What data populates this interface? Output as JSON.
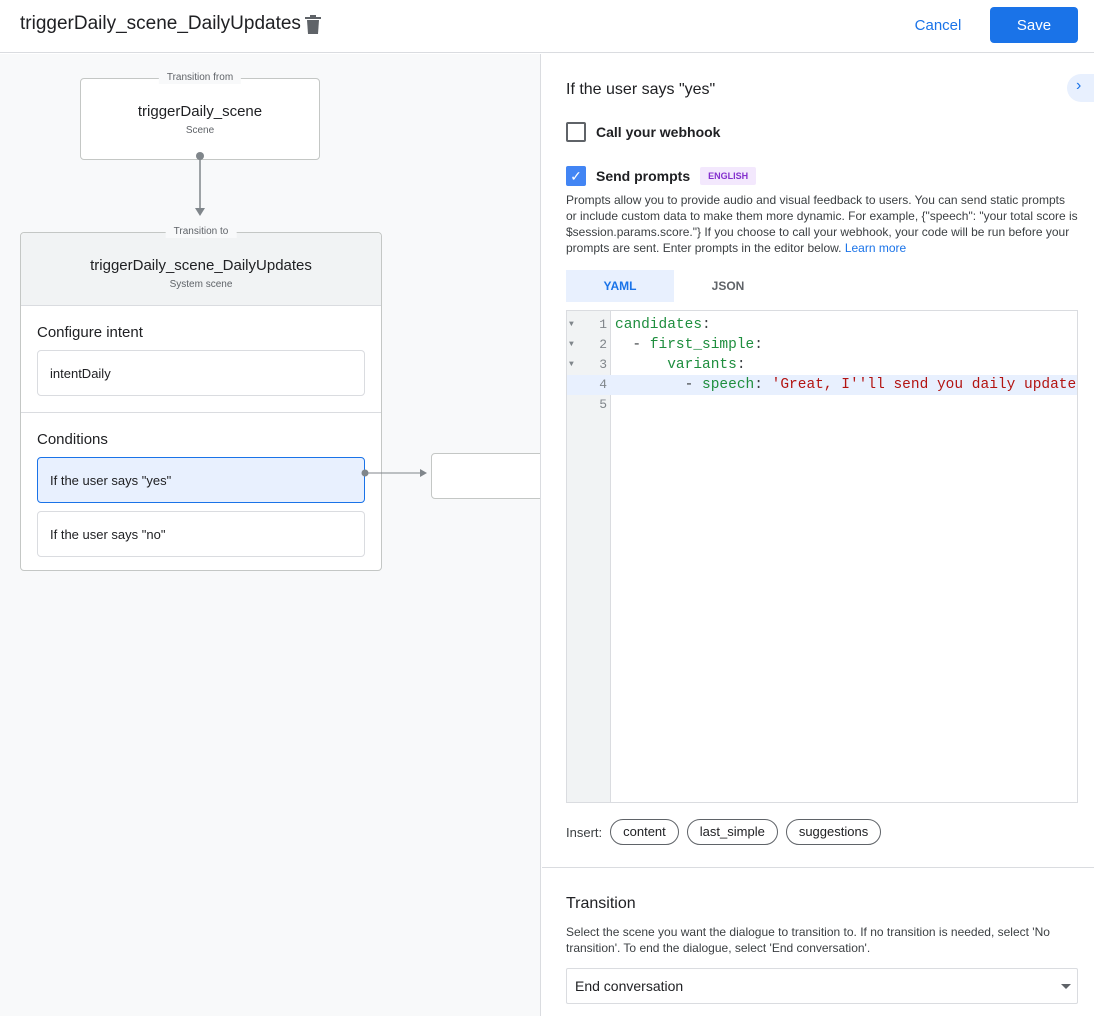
{
  "header": {
    "title": "triggerDaily_scene_DailyUpdates",
    "cancel": "Cancel",
    "save": "Save"
  },
  "canvas": {
    "from": {
      "legend": "Transition from",
      "name": "triggerDaily_scene",
      "type": "Scene"
    },
    "to": {
      "legend": "Transition to",
      "name": "triggerDaily_scene_DailyUpdates",
      "type": "System scene",
      "intent_title": "Configure intent",
      "intent": "intentDaily",
      "conditions_title": "Conditions",
      "conditions": [
        "If the user says \"yes\"",
        "If the user says \"no\""
      ]
    }
  },
  "panel": {
    "title": "If the user says \"yes\"",
    "webhook_label": "Call your webhook",
    "webhook_checked": false,
    "prompts_label": "Send prompts",
    "prompts_checked": true,
    "language_badge": "ENGLISH",
    "description": "Prompts allow you to provide audio and visual feedback to users. You can send static prompts or include custom data to make them more dynamic. For example, {\"speech\": \"your total score is $session.params.score.\"} If you choose to call your webhook, your code will be run before your prompts are sent. Enter prompts in the editor below. ",
    "learn_more": "Learn more",
    "tabs": [
      "YAML",
      "JSON"
    ],
    "active_tab": "YAML",
    "code_lines": [
      {
        "n": "1",
        "key": "candidates",
        "indent": "",
        "dash": "",
        "value": ""
      },
      {
        "n": "2",
        "key": "first_simple",
        "indent": "  ",
        "dash": "- ",
        "value": ""
      },
      {
        "n": "3",
        "key": "variants",
        "indent": "      ",
        "dash": "",
        "value": ""
      },
      {
        "n": "4",
        "key": "speech",
        "indent": "        ",
        "dash": "- ",
        "value": "'Great, I''ll send you daily updates."
      },
      {
        "n": "5",
        "key": "",
        "indent": "",
        "dash": "",
        "value": ""
      }
    ],
    "insert_label": "Insert:",
    "insert_chips": [
      "content",
      "last_simple",
      "suggestions"
    ],
    "transition_title": "Transition",
    "transition_desc": "Select the scene you want the dialogue to transition to. If no transition is needed, select 'No transition'. To end the dialogue, select 'End conversation'.",
    "transition_value": "End conversation"
  }
}
